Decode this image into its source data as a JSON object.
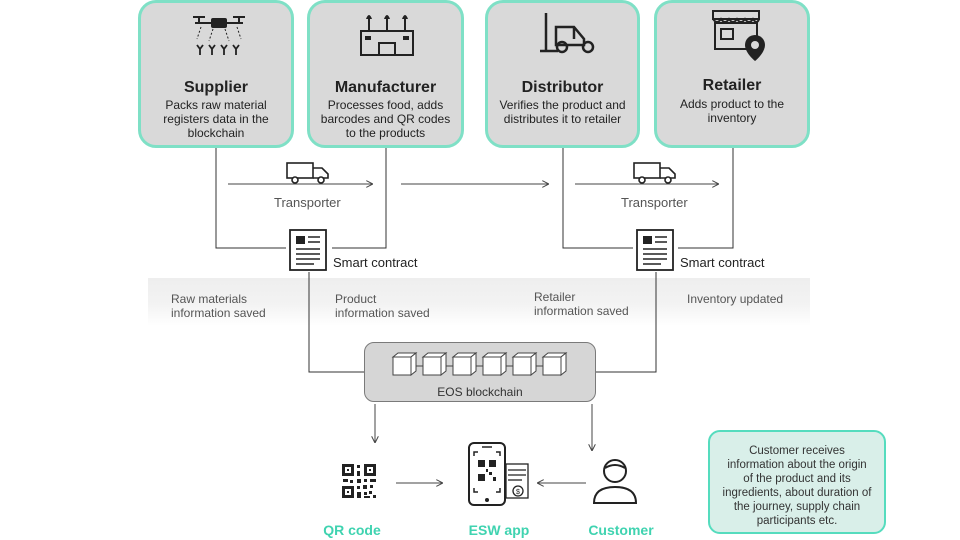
{
  "actors": [
    {
      "key": "supplier",
      "title": "Supplier",
      "desc": "Packs raw material\nregisters data in the\nblockchain",
      "icon": "drone-farm-icon"
    },
    {
      "key": "manufacturer",
      "title": "Manufacturer",
      "desc": "Processes food, adds\nbarcodes and  QR codes\nto the products",
      "icon": "factory-icon"
    },
    {
      "key": "distributor",
      "title": "Distributor",
      "desc": "Verifies the product and\ndistributes it to retailer",
      "icon": "forklift-icon"
    },
    {
      "key": "retailer",
      "title": "Retailer",
      "desc": "Adds product to the\ninventory",
      "icon": "store-location-icon"
    }
  ],
  "transporter_label": "Transporter",
  "smart_contract_label": "Smart contract",
  "saved_labels": [
    "Raw materials\ninformation saved",
    "Product\ninformation saved",
    "Retailer\ninformation saved",
    "Inventory updated"
  ],
  "blockchain_label": "EOS blockchain",
  "bottom_labels": {
    "qr": "QR code",
    "app": "ESW app",
    "customer": "Customer"
  },
  "info_text": "Customer receives\ninformation about the origin\nof the product and its\ningredients, about duration of\nthe journey, supply chain\nparticipants etc.",
  "colors": {
    "accent": "#55dcbe",
    "card": "#d9d9d9",
    "teal_text": "#3fd3b0"
  }
}
